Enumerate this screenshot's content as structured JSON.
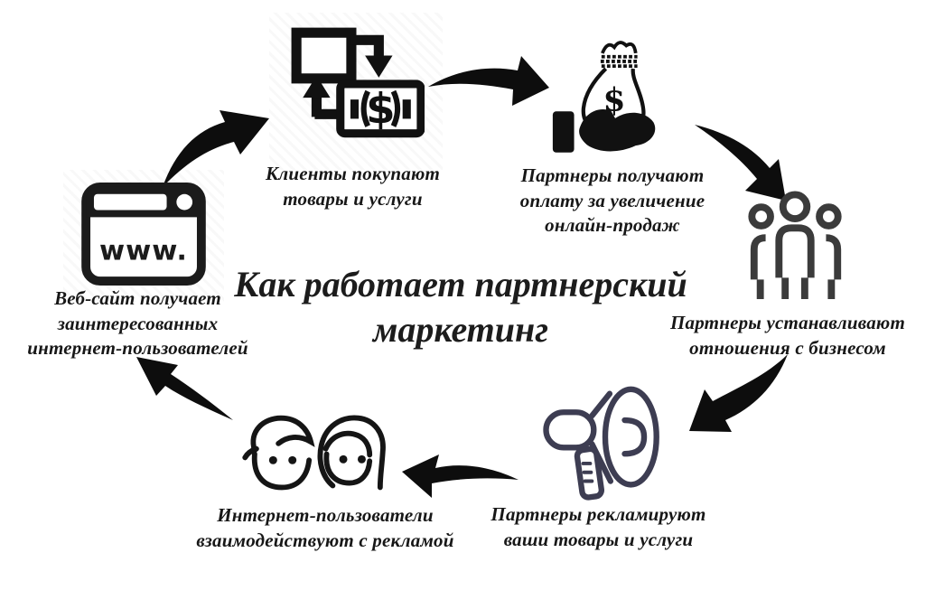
{
  "title": {
    "line1": "Как работает партнерский",
    "line2": "маркетинг"
  },
  "steps": {
    "clients": {
      "caption_line1": "Клиенты покупают",
      "caption_line2": "товары и услуги"
    },
    "payment": {
      "caption_line1": "Партнеры получают",
      "caption_line2": "оплату за увеличение",
      "caption_line3": "онлайн-продаж"
    },
    "partners": {
      "caption_line1": "Партнеры устанавливают",
      "caption_line2": "отношения с бизнесом"
    },
    "advertise": {
      "caption_line1": "Партнеры рекламируют",
      "caption_line2": "ваши товары и услуги"
    },
    "users": {
      "caption_line1": "Интернет-пользователи",
      "caption_line2": "взаимодействуют с рекламой"
    },
    "website": {
      "caption_line1": "Веб-сайт получает",
      "caption_line2": "заинтересованных",
      "caption_line3": "интернет-пользователей"
    }
  },
  "icons": {
    "website_label": "www.",
    "banknote_symbol": "$",
    "moneybag_symbol": "$"
  },
  "colors": {
    "ink": "#111111",
    "people_icon": "#3b3b3b",
    "megaphone_icon": "#3d3d52",
    "background": "#ffffff"
  }
}
